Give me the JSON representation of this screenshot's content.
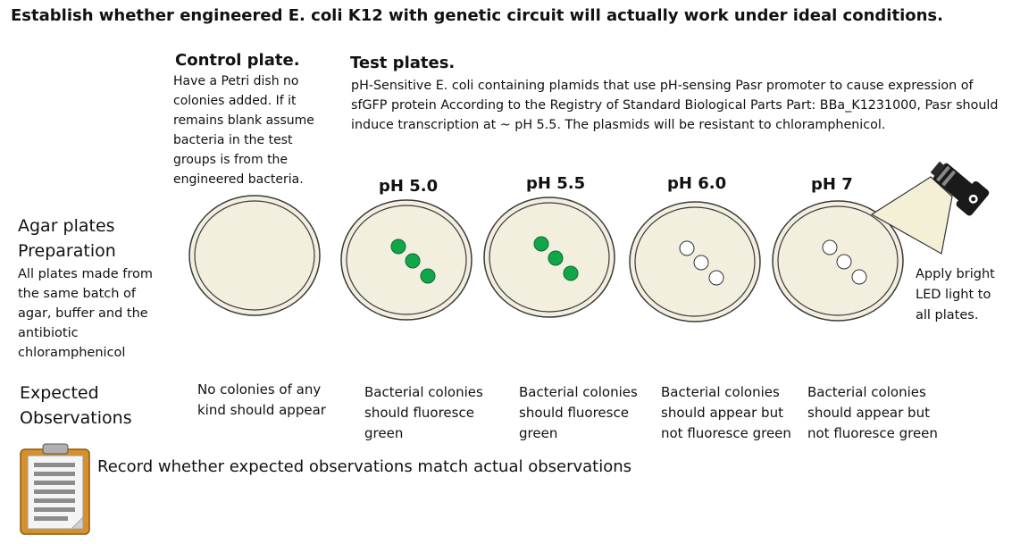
{
  "title": "Establish whether engineered E. coli K12 with genetic circuit will actually work under ideal conditions.",
  "control": {
    "heading": "Control plate.",
    "description": "Have a Petri dish no colonies added. If it remains blank assume bacteria in the test groups is from the engineered bacteria."
  },
  "test": {
    "heading": "Test plates.",
    "description": "pH-Sensitive E. coli containing plamids that use pH-sensing Pasr promoter to cause expression of sfGFP protein According to the Registry of Standard Biological Parts Part: BBa_K1231000, Pasr should induce transcription at ~ pH 5.5. The plasmids will be resistant to chloramphenicol."
  },
  "agar": {
    "label": "Agar plates Preparation",
    "description": "All plates made from the same batch of agar, buffer and the antibiotic chloramphenicol"
  },
  "ph_labels": [
    "pH 5.0",
    "pH 5.5",
    "pH 6.0",
    "pH 7"
  ],
  "plates": [
    {
      "colonies": 0,
      "fluorescent": false
    },
    {
      "colonies": 3,
      "fluorescent": true
    },
    {
      "colonies": 3,
      "fluorescent": true
    },
    {
      "colonies": 3,
      "fluorescent": false
    },
    {
      "colonies": 3,
      "fluorescent": false
    }
  ],
  "light_note": "Apply bright LED light to all plates.",
  "expected": {
    "label": "Expected Observations",
    "items": [
      "No colonies of any kind should appear",
      "Bacterial colonies should fluoresce green",
      "Bacterial colonies should fluoresce green",
      "Bacterial colonies should appear but not fluoresce green",
      "Bacterial colonies should appear but not fluoresce green"
    ]
  },
  "record_text": "Record whether expected observations match actual observations",
  "colors": {
    "plate_fill": "#f2efdf",
    "plate_stroke": "#3a3a3a",
    "colony_green": "#12a64a",
    "colony_green_stroke": "#0b6a2e",
    "clipboard": "#d7902a",
    "paper": "#f4f4f4",
    "light_beam": "#f4f0d6"
  },
  "icons": [
    "clipboard-icon",
    "flashlight-icon"
  ]
}
